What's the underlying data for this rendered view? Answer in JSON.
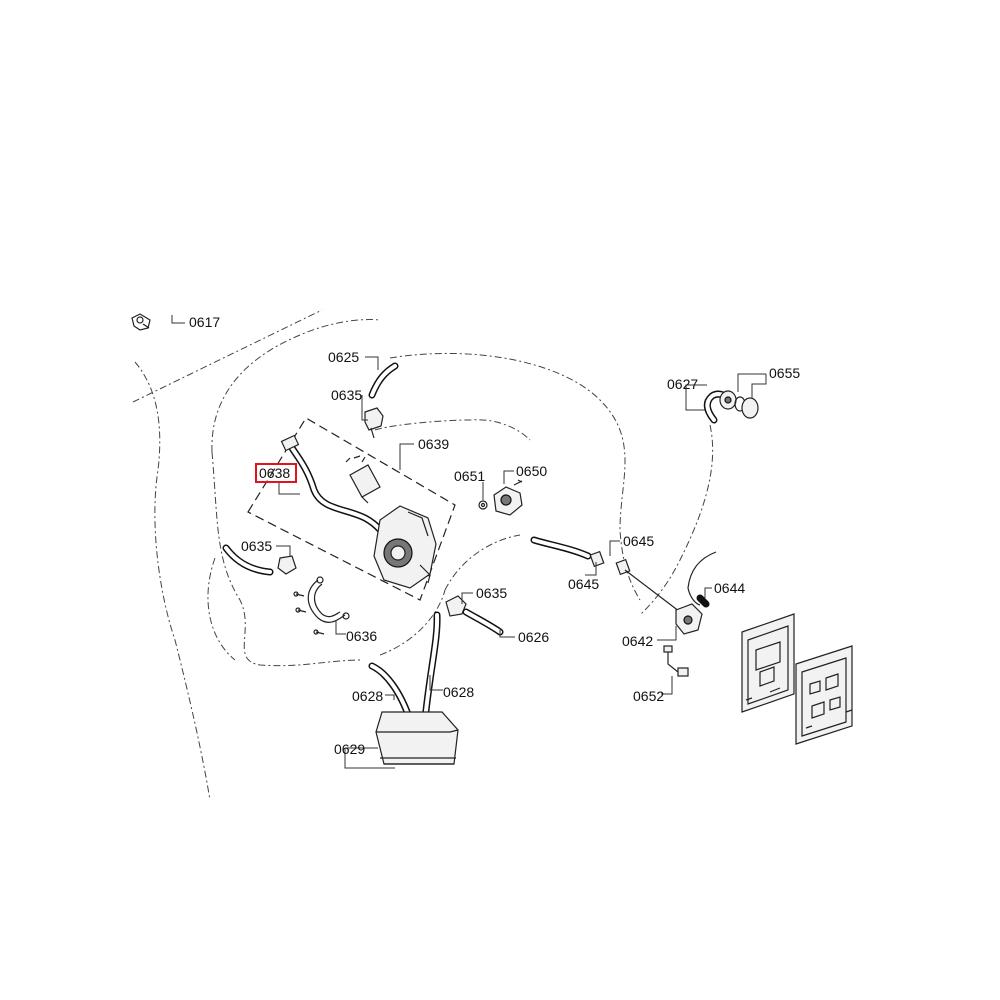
{
  "highlight_color": "#e0141e",
  "labels": {
    "p0617": "0617",
    "p0625": "0625",
    "p0635a": "0635",
    "p0639": "0639",
    "p0638": "0638",
    "p0651": "0651",
    "p0650": "0650",
    "p0627": "0627",
    "p0655": "0655",
    "p0635b": "0635",
    "p0645a": "0645",
    "p0645b": "0645",
    "p0644": "0644",
    "p0635c": "0635",
    "p0636": "0636",
    "p0626": "0626",
    "p0642": "0642",
    "p0628a": "0628",
    "p0628b": "0628",
    "p0652": "0652",
    "p0629": "0629"
  }
}
